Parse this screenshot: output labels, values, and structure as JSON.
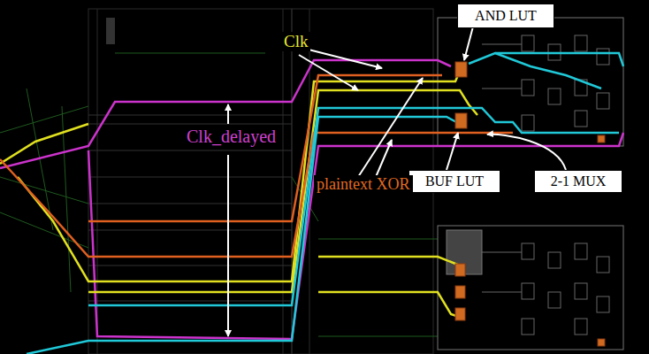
{
  "diagram": {
    "nodes": [
      {
        "text": [
          "AND LUT"
        ]
      },
      {
        "text": [
          "BUF LUT"
        ]
      },
      {
        "text": [
          "2-1 MUX"
        ]
      }
    ],
    "labels": [
      "Clk",
      "Clk_delayed",
      "plaintext XOR"
    ]
  }
}
